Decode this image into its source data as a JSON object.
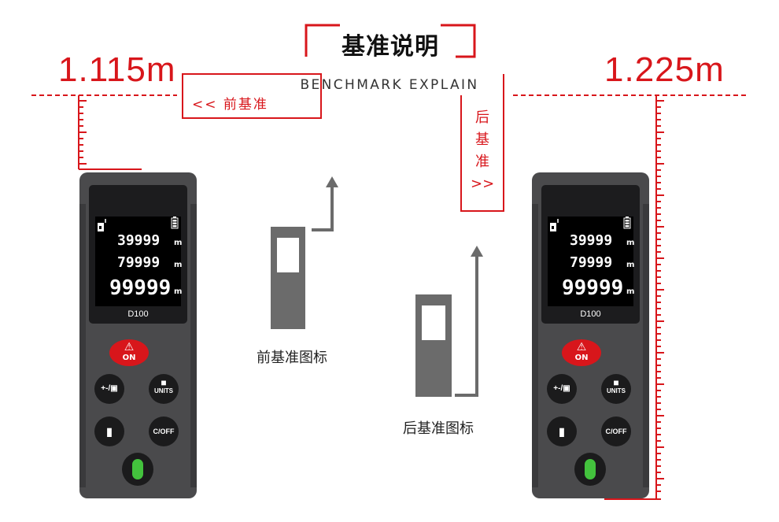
{
  "title": {
    "cn": "基准说明",
    "en": "BENCHMARK EXPLAIN"
  },
  "left_measure": "1.115m",
  "right_measure": "1.225m",
  "front_label": "<< 前基准",
  "rear_label": {
    "chars": [
      "后",
      "基",
      "准"
    ],
    "arrow": ">>"
  },
  "front_icon_caption": "前基准图标",
  "rear_icon_caption": "后基准图标",
  "device": {
    "model": "D100",
    "line1": "39999",
    "line2": "79999",
    "line3": "99999",
    "unit": "m",
    "on_label": "ON",
    "btn_plus_minus": "+-/▣",
    "btn_units": "UNITS",
    "btn_cof": "C/OFF"
  },
  "colors": {
    "accent": "#d8161b",
    "device_body": "#4a4a4c",
    "icon_gray": "#6b6b6b",
    "level_bubble": "#43c23d"
  }
}
